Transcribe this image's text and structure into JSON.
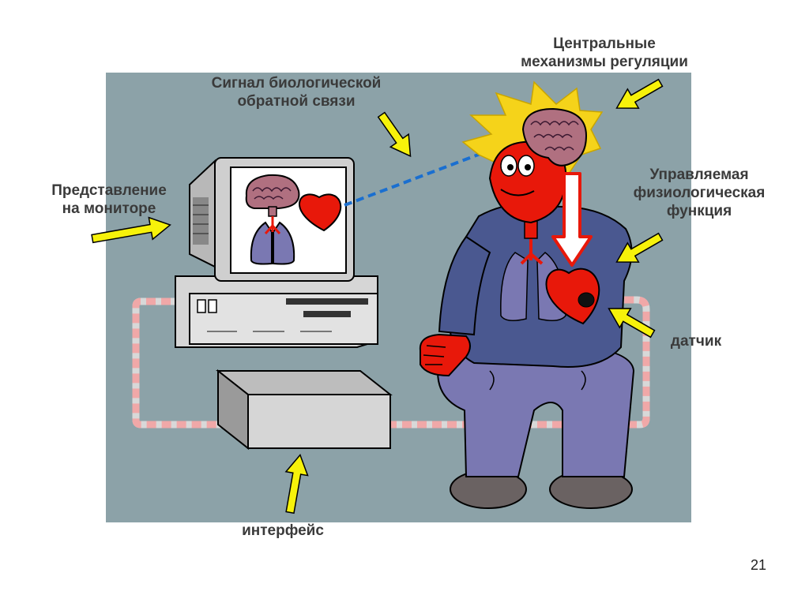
{
  "labels": {
    "central_mechanisms": [
      "Центральные",
      "механизмы регуляции"
    ],
    "biofeedback_signal": [
      "Сигнал биологической",
      "обратной связи"
    ],
    "monitor_display": [
      "Представление",
      "на мониторе"
    ],
    "controlled_function": [
      "Управляемая",
      "физиологическая",
      "функция"
    ],
    "sensor": "датчик",
    "interface": "интерфейс"
  },
  "page_number": "21",
  "colors": {
    "background_panel": "#8ca2a8",
    "arrow_yellow": "#f7f20a",
    "cable_pink": "#f0a8a8",
    "signal_blue": "#1a6fd0",
    "heart_red": "#e8180a",
    "shirt_blue": "#4a5890",
    "pants_purple": "#7a78b2",
    "hair_yellow": "#f5d31a",
    "brain_pink": "#b07080",
    "computer_gray": "#d6d6d6"
  },
  "icons": [
    "brain-icon",
    "heart-icon",
    "lungs-icon",
    "yellow-arrow-icon"
  ]
}
